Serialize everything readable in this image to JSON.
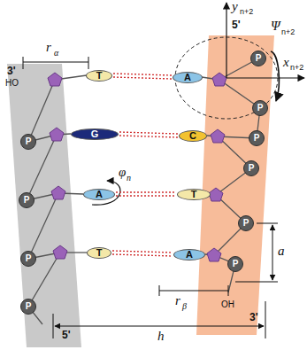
{
  "diagram": {
    "nodes": [
      {
        "text": [
          "T"
        ]
      },
      {
        "text": [
          "A"
        ]
      },
      {
        "text": [
          "P"
        ]
      },
      {
        "text": [
          "P"
        ]
      },
      {
        "text": [
          "G"
        ]
      },
      {
        "text": [
          "C"
        ]
      },
      {
        "text": [
          "P"
        ]
      },
      {
        "text": [
          "P"
        ]
      },
      {
        "text": [
          "P"
        ]
      },
      {
        "text": [
          "A"
        ]
      },
      {
        "text": [
          "T"
        ]
      },
      {
        "text": [
          "P"
        ]
      },
      {
        "text": [
          "P"
        ]
      },
      {
        "text": [
          "T"
        ]
      },
      {
        "text": [
          "A"
        ]
      },
      {
        "text": [
          "P"
        ]
      },
      {
        "text": [
          "P"
        ]
      },
      {
        "text": [
          "P"
        ]
      }
    ],
    "edges": [
      {
        "from": 0,
        "to": 1,
        "arrow": "none"
      },
      {
        "from": 4,
        "to": 5,
        "arrow": "none"
      },
      {
        "from": 9,
        "to": 10,
        "arrow": "none"
      },
      {
        "from": 13,
        "to": 14,
        "arrow": "none"
      }
    ],
    "labels": [
      "3'",
      "HO",
      "r",
      "α",
      "y",
      "n+2",
      "5'",
      "Ψ",
      "n+2",
      "x",
      "n+2",
      "φ",
      "n",
      "a",
      "r",
      "β",
      "OH",
      "3'",
      "5'",
      "h"
    ]
  }
}
